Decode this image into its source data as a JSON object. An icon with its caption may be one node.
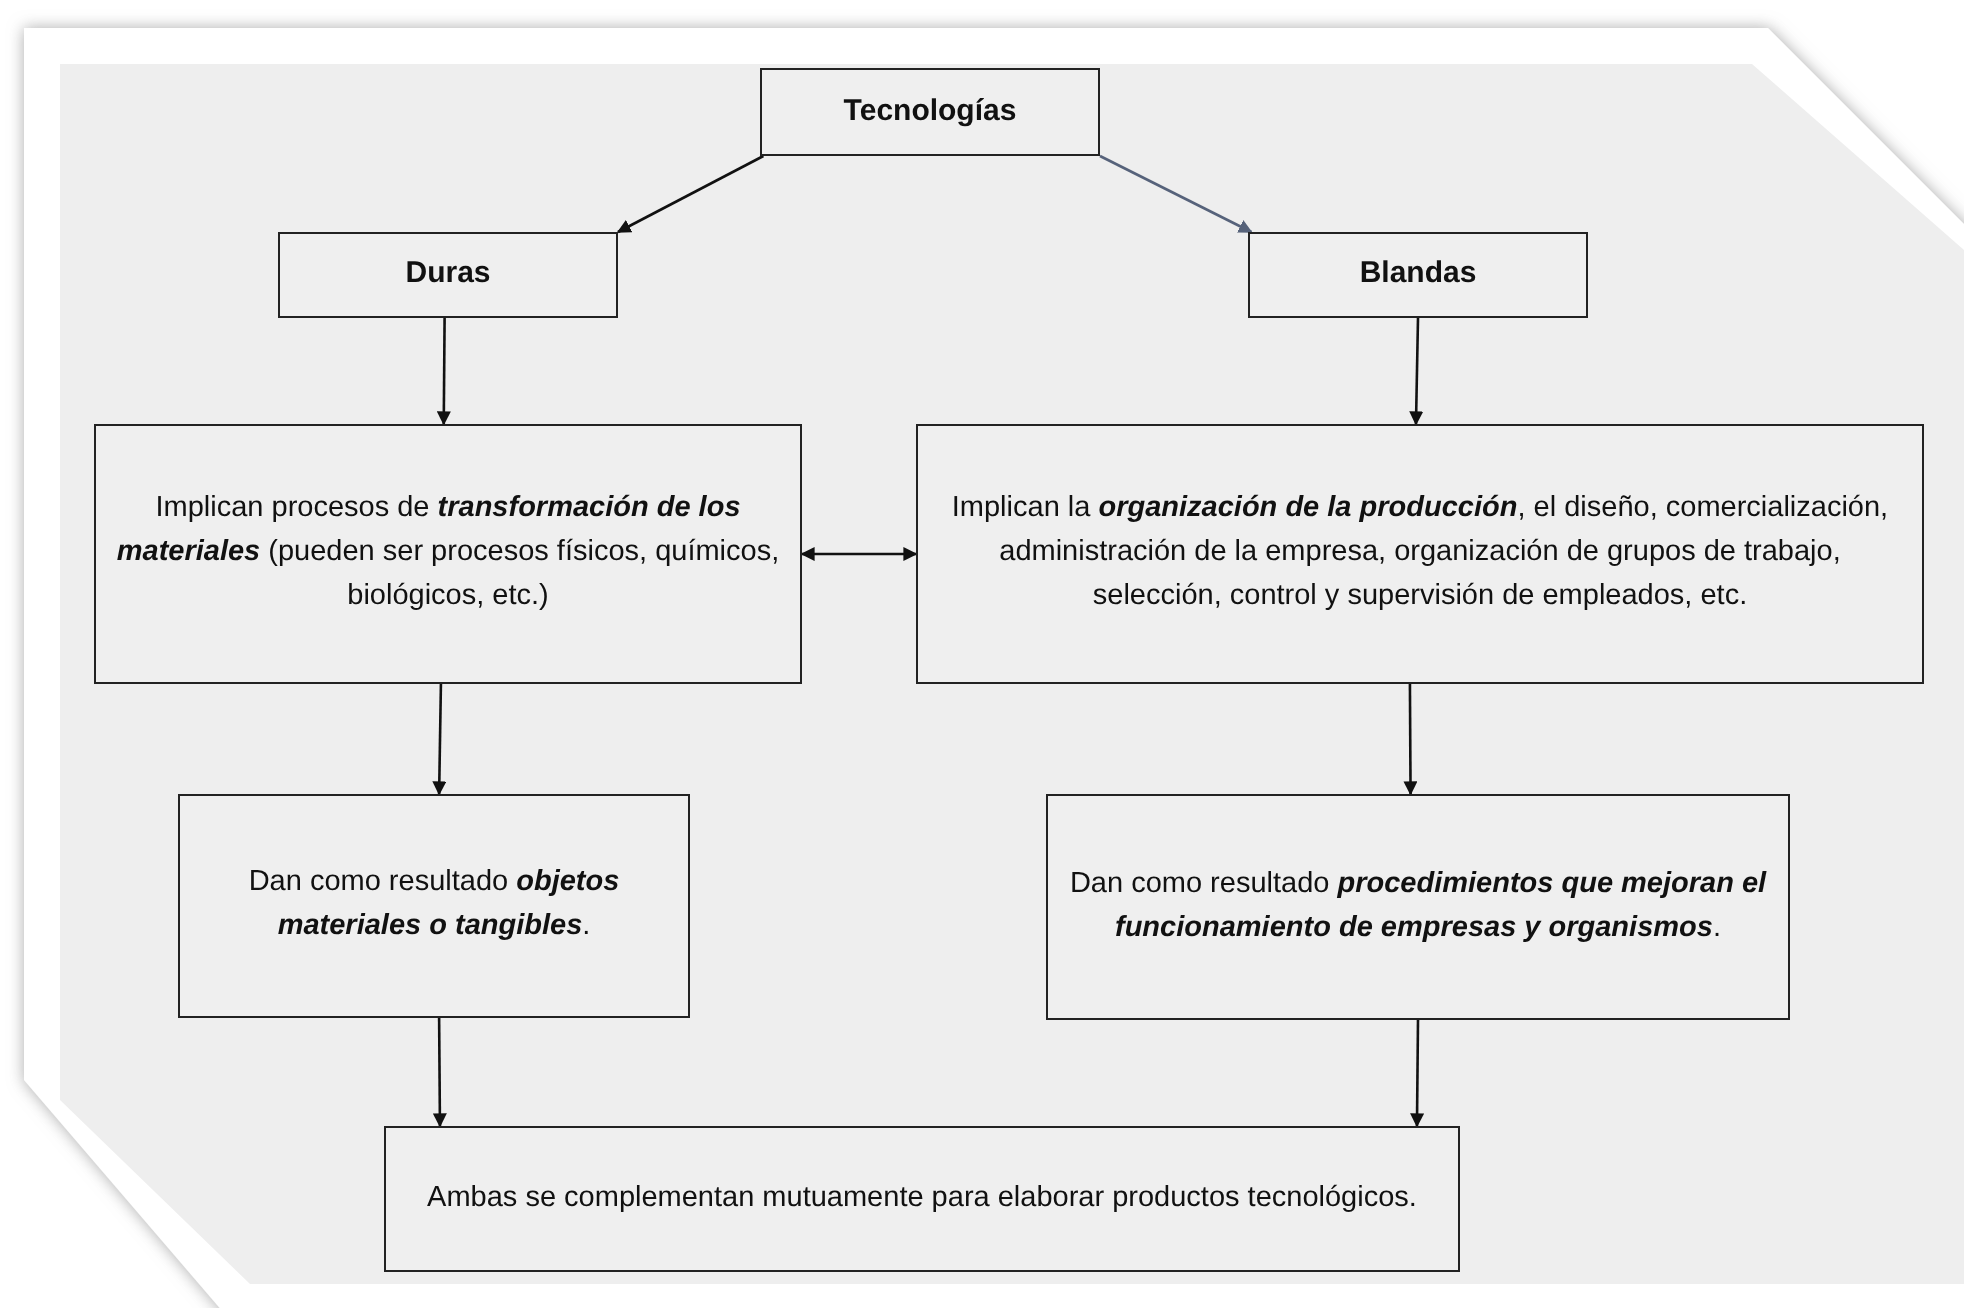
{
  "diagram": {
    "nodes": [
      {
        "text": [
          "Tecnologías"
        ]
      },
      {
        "text": [
          "Duras"
        ]
      },
      {
        "text": [
          "Blandas"
        ]
      },
      {
        "text": [
          "Implican procesos de **transformación de los materiales** (pueden ser procesos físicos, químicos, biológicos, etc.)"
        ]
      },
      {
        "text": [
          "Implican la **organización de la producción**, el diseño, comercialización, administración de la empresa, organización de grupos de trabajo, selección, control y supervisión de empleados, etc."
        ]
      },
      {
        "text": [
          "Dan como resultado **objetos materiales o tangibles**."
        ]
      },
      {
        "text": [
          "Dan como resultado **procedimientos que mejoran el funcionamiento de empresas y organismos**."
        ]
      },
      {
        "text": [
          "Ambas se complementan mutuamente para elaborar productos tecnológicos."
        ]
      }
    ],
    "edges": [
      {
        "from": 0,
        "to": 1,
        "arrow": "to"
      },
      {
        "from": 0,
        "to": 2,
        "arrow": "to",
        "color": "#56627a"
      },
      {
        "from": 1,
        "to": 3,
        "arrow": "to"
      },
      {
        "from": 2,
        "to": 4,
        "arrow": "to"
      },
      {
        "from": 3,
        "to": 4,
        "arrow": "both"
      },
      {
        "from": 3,
        "to": 5,
        "arrow": "to"
      },
      {
        "from": 4,
        "to": 6,
        "arrow": "to"
      },
      {
        "from": 5,
        "to": 7,
        "arrow": "to"
      },
      {
        "from": 6,
        "to": 7,
        "arrow": "to"
      }
    ]
  }
}
